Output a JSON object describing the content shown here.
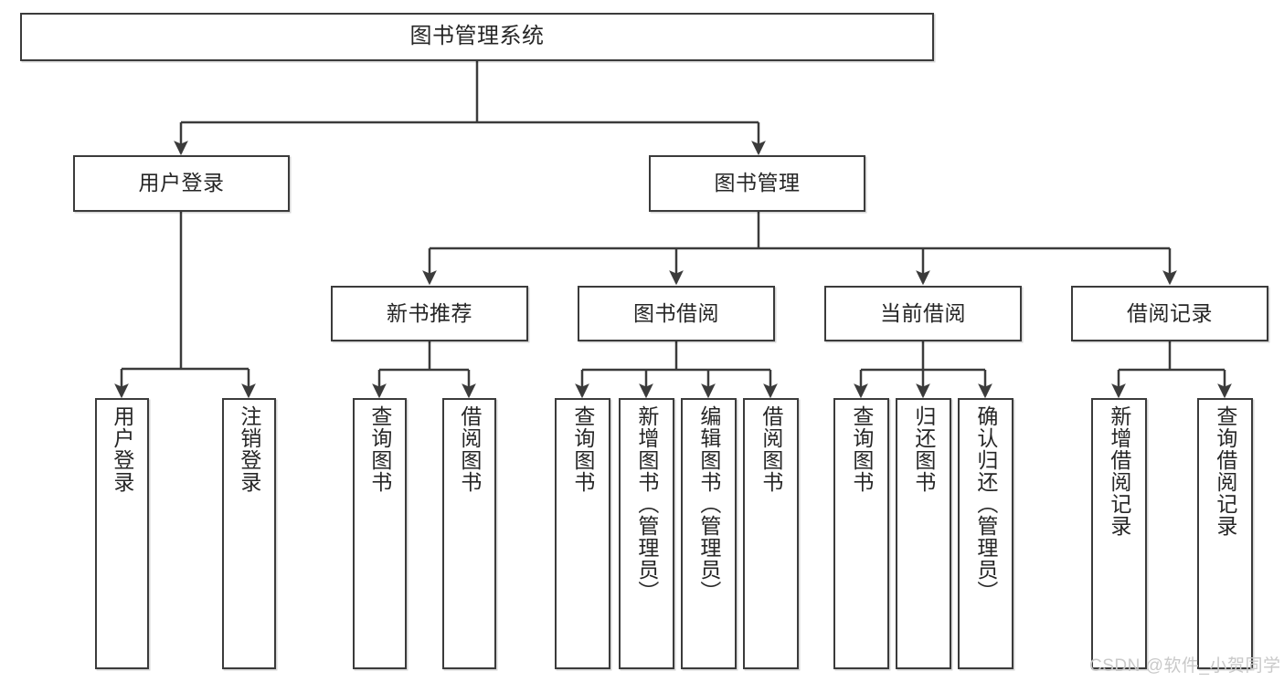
{
  "diagram": {
    "title": "图书管理系统",
    "type": "hierarchy-tree",
    "watermark": "CSDN @软件_小贺同学",
    "colors": {
      "stroke": "#3b3b3b",
      "text": "#262626",
      "background": "#ffffff",
      "watermark": "#c9c9c9"
    },
    "levels": {
      "root": {
        "label": "图书管理系统"
      },
      "modules": [
        {
          "label": "用户登录"
        },
        {
          "label": "图书管理"
        }
      ],
      "submodules": [
        {
          "label": "新书推荐"
        },
        {
          "label": "图书借阅"
        },
        {
          "label": "当前借阅"
        },
        {
          "label": "借阅记录"
        }
      ],
      "leaves": [
        {
          "label": "用户登录",
          "parent": "用户登录"
        },
        {
          "label": "注销登录",
          "parent": "用户登录"
        },
        {
          "label": "查询图书",
          "parent": "新书推荐"
        },
        {
          "label": "借阅图书",
          "parent": "新书推荐"
        },
        {
          "label": "查询图书",
          "parent": "图书借阅"
        },
        {
          "label": "新增图书（管理员）",
          "parent": "图书借阅"
        },
        {
          "label": "编辑图书（管理员）",
          "parent": "图书借阅"
        },
        {
          "label": "借阅图书",
          "parent": "图书借阅"
        },
        {
          "label": "查询图书",
          "parent": "当前借阅"
        },
        {
          "label": "归还图书",
          "parent": "当前借阅"
        },
        {
          "label": "确认归还（管理员）",
          "parent": "当前借阅"
        },
        {
          "label": "新增借阅记录",
          "parent": "借阅记录"
        },
        {
          "label": "查询借阅记录",
          "parent": "借阅记录"
        }
      ]
    }
  }
}
